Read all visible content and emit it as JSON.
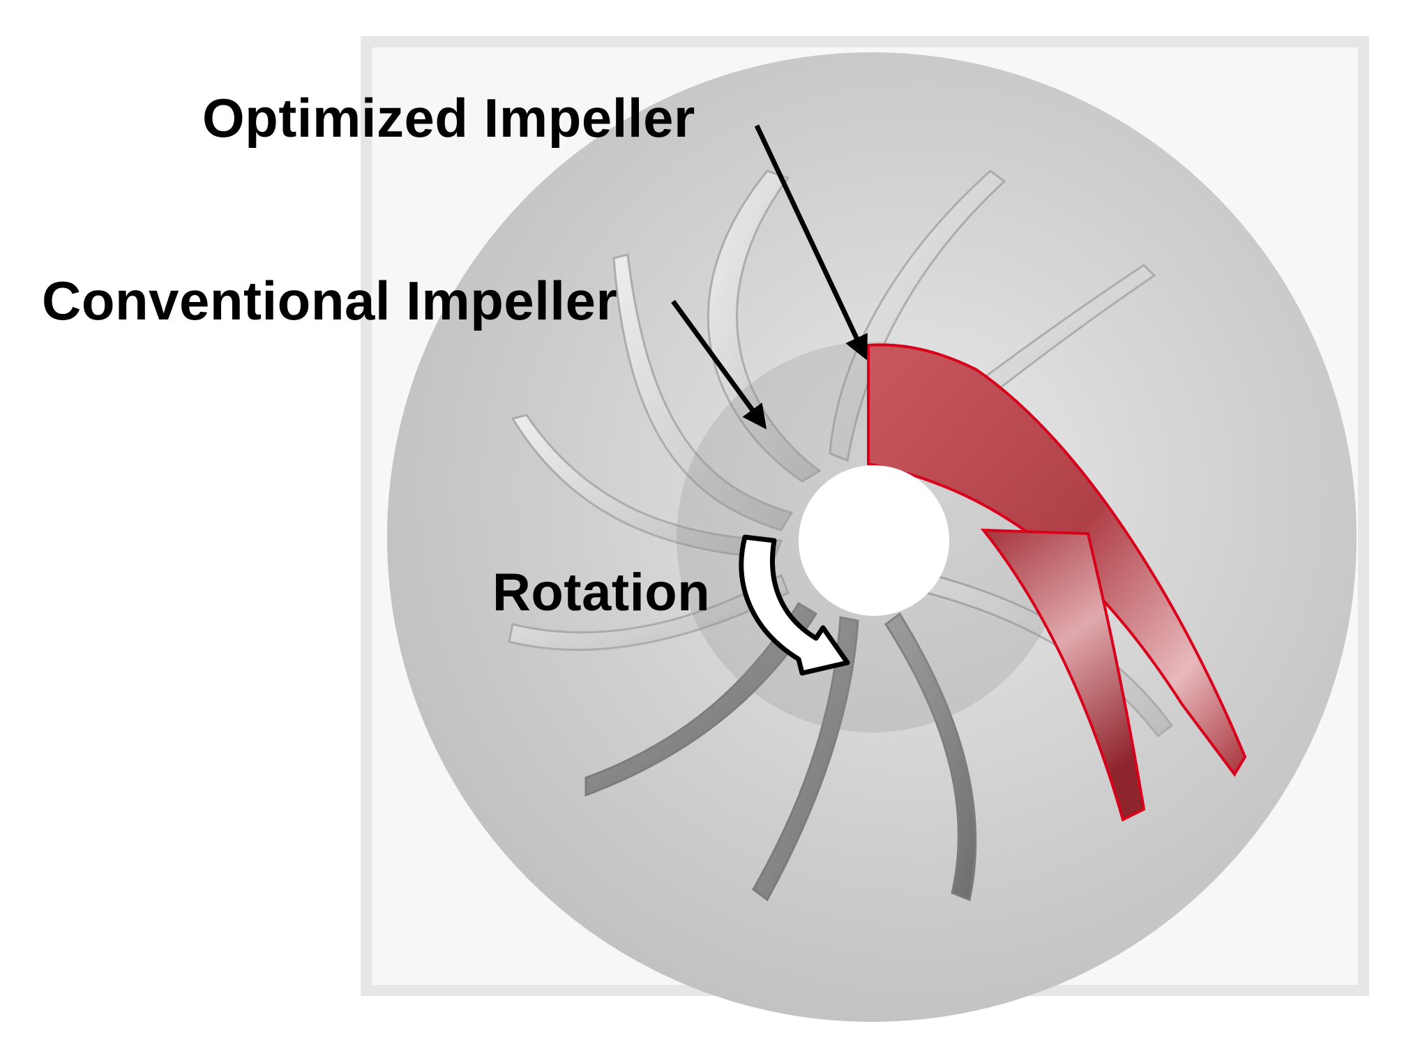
{
  "labels": {
    "optimized": "Optimized Impeller",
    "conventional": "Conventional Impeller",
    "rotation": "Rotation"
  },
  "colors": {
    "background": "#ffffff",
    "panel": "#e6e6e6",
    "disk": "#c8c8c8",
    "optimized_blade": "#c0484e",
    "optimized_edge": "#d8001a",
    "conventional_blade": "#e0e0e0",
    "arrow": "#000000",
    "rotation_arrow_fill": "#ffffff"
  },
  "blades": {
    "conventional_count": 10,
    "optimized_count": 2
  }
}
